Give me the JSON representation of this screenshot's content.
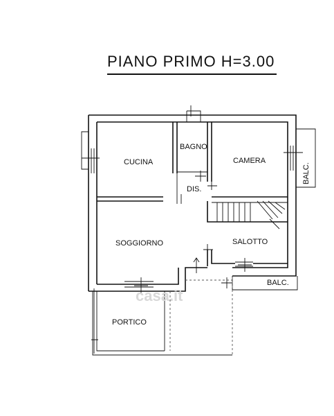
{
  "title": "PIANO PRIMO H=3.00",
  "rooms": {
    "cucina": "CUCINA",
    "bagno": "BAGNO",
    "camera": "CAMERA",
    "dis": "DIS.",
    "soggiorno": "SOGGIORNO",
    "salotto": "SALOTTO",
    "portico": "PORTICO",
    "balc_right": "BALC.",
    "balc_bottom": "BALC."
  },
  "watermark": "casa.it"
}
